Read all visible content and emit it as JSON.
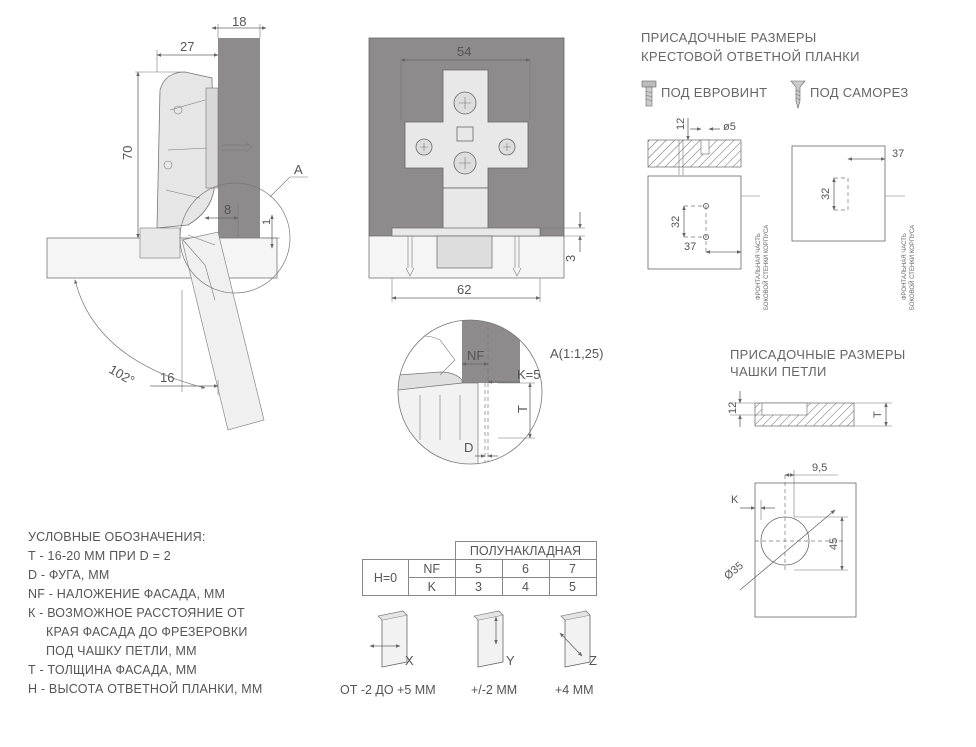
{
  "main_view": {
    "dim_top": "18",
    "dim_width": "27",
    "dim_height": "70",
    "dim_gap": "8",
    "dim_small": "1",
    "detail_label": "A",
    "dim_offset": "16",
    "angle": "102°"
  },
  "plate_view": {
    "dim_width": "54",
    "dim_base": "62",
    "dim_thick": "3"
  },
  "detail_view": {
    "title": "A(1:1,25)",
    "nf": "NF",
    "k": "K=5",
    "t": "T",
    "d": "D"
  },
  "plate_drill": {
    "title_1": "ПРИСАДОЧНЫЕ РАЗМЕРЫ",
    "title_2": "КРЕСТОВОЙ ОТВЕТНОЙ ПЛАНКИ",
    "euroscrew": "ПОД ЕВРОВИНТ",
    "selftap": "ПОД САМОРЕЗ",
    "dim_depth": "12",
    "dim_dia": "ø5",
    "dim_32a": "32",
    "dim_37a": "37",
    "dim_32b": "32",
    "dim_37b": "37",
    "side_1": "ФРОНТАЛЬНАЯ ЧАСТЬ",
    "side_2": "БОКОВОЙ СТЕНКИ КОРПУСА"
  },
  "cup_drill": {
    "title_1": "ПРИСАДОЧНЫЕ РАЗМЕРЫ",
    "title_2": "ЧАШКИ ПЕТЛИ",
    "dim_depth": "12",
    "dim_t": "T",
    "dim_95": "9,5",
    "dim_k": "K",
    "dim_45": "45",
    "dim_dia": "Ø35"
  },
  "legend": {
    "title": "УСЛОВНЫЕ ОБОЗНАЧЕНИЯ:",
    "l1": "Т - 16-20 ММ ПРИ D = 2",
    "l2": "D - ФУГА, ММ",
    "l3": "NF - НАЛОЖЕНИЕ ФАСАДА, ММ",
    "l4a": "К - ВОЗМОЖНОЕ РАССТОЯНИЕ ОТ",
    "l4b": "КРАЯ ФАСАДА ДО ФРЕЗЕРОВКИ",
    "l4c": "ПОД ЧАШКУ ПЕТЛИ, ММ",
    "l5": "Т - ТОЛЩИНА ФАСАДА, ММ",
    "l6": "Н - ВЫСОТА ОТВЕТНОЙ ПЛАНКИ, ММ"
  },
  "table": {
    "header": "ПОЛУНАКЛАДНАЯ",
    "h": "H=0",
    "nf": "NF",
    "k": "K",
    "nf_vals": [
      "5",
      "6",
      "7"
    ],
    "k_vals": [
      "3",
      "4",
      "5"
    ]
  },
  "adjust": {
    "x_label": "X",
    "y_label": "Y",
    "z_label": "Z",
    "x_range": "ОТ -2 ДО +5 ММ",
    "y_range": "+/-2 ММ",
    "z_range": "+4 ММ"
  }
}
